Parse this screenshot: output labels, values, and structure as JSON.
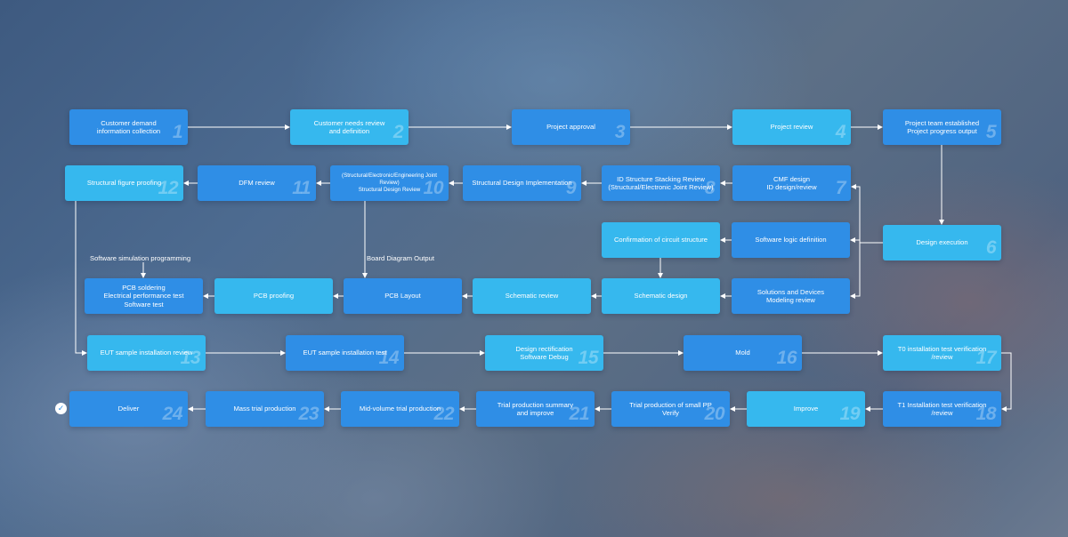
{
  "steps": [
    {
      "label": "Customer demand\ninformation collection",
      "num": "1"
    },
    {
      "label": "Customer needs review\nand definition",
      "num": "2"
    },
    {
      "label": "Project approval",
      "num": "3"
    },
    {
      "label": "Project review",
      "num": "4"
    },
    {
      "label": "Project team established\nProject progress output",
      "num": "5"
    },
    {
      "label": "Design execution",
      "num": "6"
    },
    {
      "label": "CMF design\nID design/review",
      "num": "7"
    },
    {
      "label": "ID Structure Stacking Review\n(Structural/Electronic Joint Review)",
      "num": "8"
    },
    {
      "label": "Structural Design Implementation",
      "num": "9"
    },
    {
      "label": "(Structural/Electronic/Engineering Joint Review)\nStructural Design Review",
      "num": "10"
    },
    {
      "label": "DFM review",
      "num": "11"
    },
    {
      "label": "Structural figure proofing",
      "num": "12"
    },
    {
      "label": "EUT sample installation review",
      "num": "13"
    },
    {
      "label": "EUT sample installation test",
      "num": "14"
    },
    {
      "label": "Design rectification\nSoftware Debug",
      "num": "15"
    },
    {
      "label": "Mold",
      "num": "16"
    },
    {
      "label": "T0 installation test verification\n/review",
      "num": "17"
    },
    {
      "label": "T1 Installation test verification\n/review",
      "num": "18"
    },
    {
      "label": "Improve",
      "num": "19"
    },
    {
      "label": "Trial production of small PP\nVerify",
      "num": "20"
    },
    {
      "label": "Trial production summary\nand improve",
      "num": "21"
    },
    {
      "label": "Mid-volume trial production",
      "num": "22"
    },
    {
      "label": "Mass trial production",
      "num": "23"
    },
    {
      "label": "Deliver",
      "num": "24"
    }
  ],
  "sub_steps": [
    {
      "label": "Software logic definition"
    },
    {
      "label": "Confirmation of circuit structure"
    },
    {
      "label": "Solutions and Devices\nModeling review"
    },
    {
      "label": "Schematic design"
    },
    {
      "label": "Schematic review"
    },
    {
      "label": "PCB Layout"
    },
    {
      "label": "PCB proofing"
    },
    {
      "label": "PCB soldering\nElectrical performance test\nSoftware test"
    }
  ],
  "notes": {
    "software_sim": "Software simulation programming",
    "board_output": "Board Diagram Output"
  },
  "deliver_icon": "check-circle-icon",
  "colors": {
    "dark_box": "#2f8ee6",
    "light_box": "#36b8ee",
    "connector": "#ffffff"
  }
}
